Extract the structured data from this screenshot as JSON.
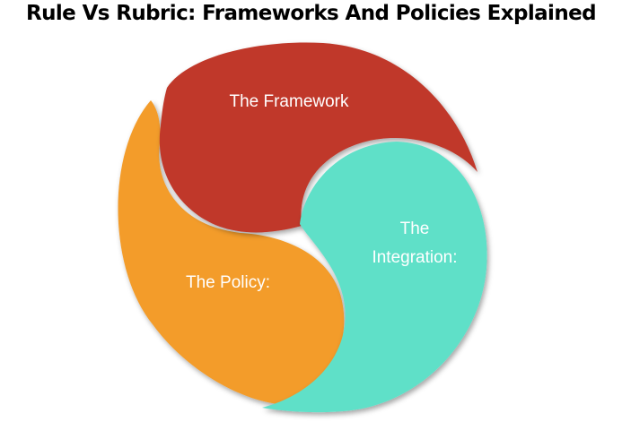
{
  "title": "Rule Vs Rubric: Frameworks And Policies Explained",
  "segments": {
    "framework": {
      "label": "The Framework",
      "color": "#c0392b"
    },
    "integration": {
      "label_line1": "The",
      "label_line2": "Integration:",
      "color": "#5ee0c8"
    },
    "policy": {
      "label": "The Policy:",
      "color": "#f39c2a"
    }
  }
}
